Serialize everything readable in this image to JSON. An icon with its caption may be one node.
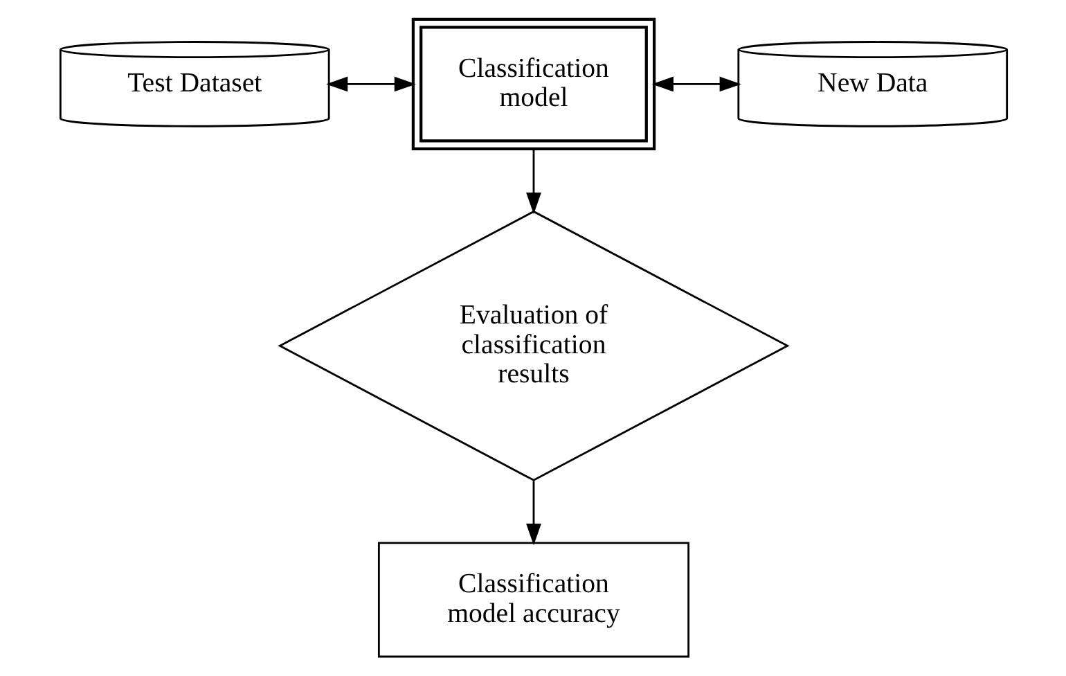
{
  "diagram": {
    "nodes": [
      {
        "text": [
          "Test Dataset"
        ]
      },
      {
        "text": [
          "Classification model"
        ]
      },
      {
        "text": [
          "New Data"
        ]
      },
      {
        "text": [
          "Evaluation of classification results"
        ]
      },
      {
        "text": [
          "Classification model accuracy"
        ]
      }
    ],
    "edges": [
      {
        "from": 0,
        "to": 1,
        "arrow": "both"
      },
      {
        "from": 1,
        "to": 2,
        "arrow": "both"
      },
      {
        "from": 1,
        "to": 3,
        "arrow": "to"
      },
      {
        "from": 3,
        "to": 4,
        "arrow": "to"
      }
    ]
  }
}
